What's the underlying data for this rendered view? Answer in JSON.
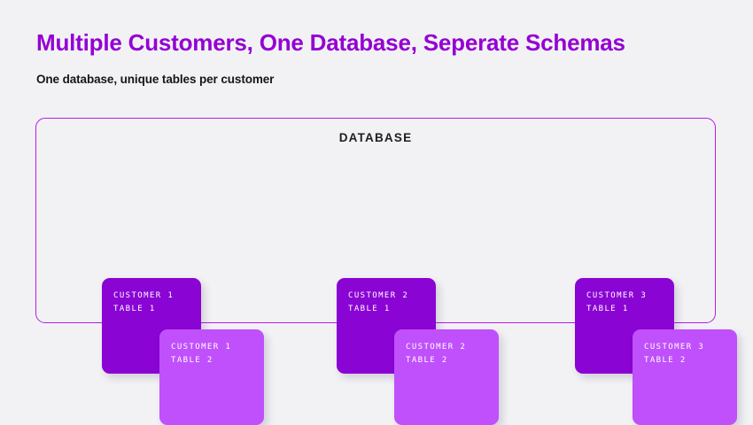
{
  "page": {
    "background_color": "#f2f2f5",
    "title": "Multiple Customers, One Database, Seperate Schemas",
    "title_color": "#9400d3",
    "subtitle": "One database, unique tables per customer",
    "subtitle_color": "#16161a"
  },
  "database": {
    "label": "DATABASE",
    "border_color": "#b51ae8",
    "groups": [
      {
        "back_card": {
          "line1": "CUSTOMER 1",
          "line2": "TABLE 1",
          "color": "#8a04d4"
        },
        "front_card": {
          "line1": "CUSTOMER 1",
          "line2": "TABLE 2",
          "color": "#c050fb"
        }
      },
      {
        "back_card": {
          "line1": "CUSTOMER 2",
          "line2": "TABLE 1",
          "color": "#8a04d4"
        },
        "front_card": {
          "line1": "CUSTOMER 2",
          "line2": "TABLE 2",
          "color": "#c050fb"
        }
      },
      {
        "back_card": {
          "line1": "CUSTOMER 3",
          "line2": "TABLE 1",
          "color": "#8a04d4"
        },
        "front_card": {
          "line1": "CUSTOMER 3",
          "line2": "TABLE 2",
          "color": "#c050fb"
        }
      }
    ]
  }
}
